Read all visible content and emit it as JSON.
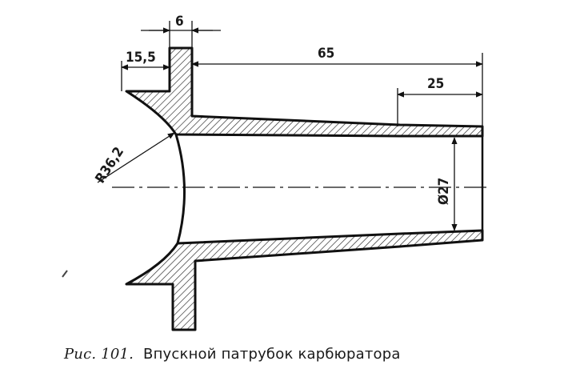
{
  "drawing": {
    "dimensions": {
      "flange_thickness": "6",
      "flange_offset": "15,5",
      "total_length": "65",
      "straight_length": "25",
      "bore_radius": "R36,2",
      "outlet_diameter": "Ø27"
    }
  },
  "caption": {
    "figure_label": "Рис. 101.",
    "title": "Впускной патрубок карбюратора"
  }
}
